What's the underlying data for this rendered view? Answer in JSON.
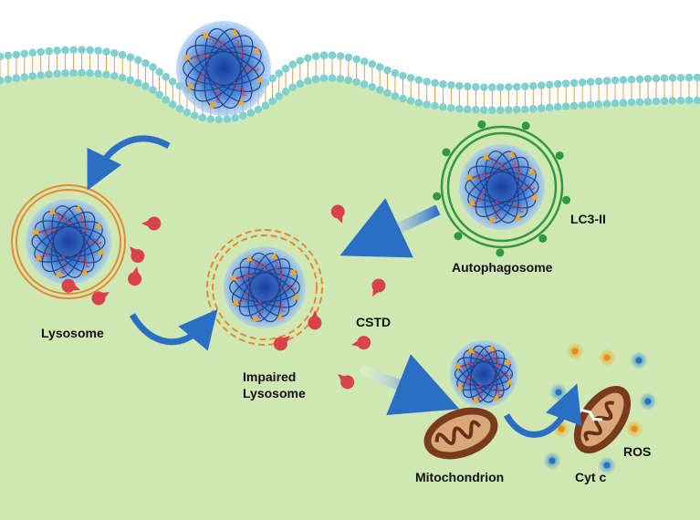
{
  "labels": {
    "lysosome": "Lysosome",
    "impaired_1": "Impaired",
    "impaired_2": "Lysosome",
    "cstd": "CSTD",
    "lc3": "LC3-II",
    "autophagosome": "Autophagosome",
    "mitochondrion": "Mitochondrion",
    "ros": "ROS",
    "cytc": "Cyt c"
  },
  "colors": {
    "cytoplasm": "#cfe7b3",
    "membrane_bead": "#7fd0cf",
    "nanoparticle": "#2f6fd0",
    "lysosome_ring": "#e8892a",
    "autophagosome_ring": "#2f9a3a",
    "enzyme": "#d9424a",
    "arrow": "#2a6fc4",
    "mitochondrion": "#7a3b1d"
  }
}
